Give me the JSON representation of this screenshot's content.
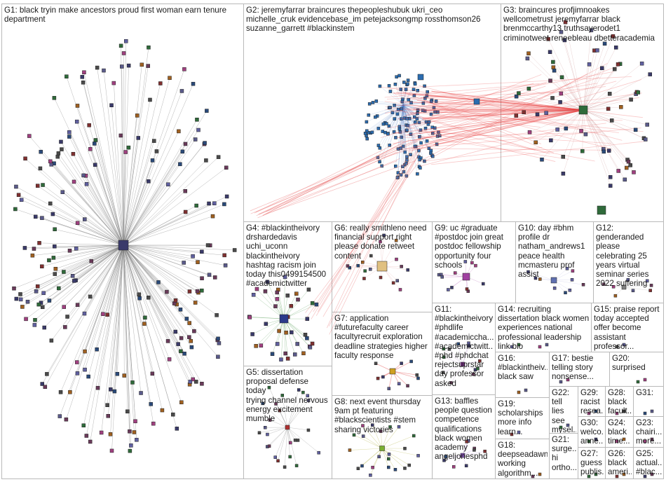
{
  "groups": [
    {
      "id": "G1",
      "text": "G1: black tryin make ancestors proud first woman earn tenure\ndepartment",
      "edge_color": "#7a7a7a",
      "hub_color": "#3a3a6a"
    },
    {
      "id": "G2",
      "text": "G2: jeremyfarrar braincures thepeopleshubuk ukri_ceo\nmichelle_cruk evidencebase_im petejacksongmp rossthomson26\nsuzanne_garrett #blackinstem",
      "edge_color": "#e83a3a",
      "hub_color": "#2b6cb0"
    },
    {
      "id": "G3",
      "text": "G3: braincures profjimnoakes\nwellcometrust jeremyfarrar black\nbrenmccarthy13 truthsayerodet1\ncriminotweet reneebleau dbetteracademia",
      "edge_color": "#e83a3a",
      "hub_color": "#2f6a3a"
    },
    {
      "id": "G4",
      "text": "G4: #blackintheivory\ndrshardedavis\nuchi_uconn\nblackintheivory\nhashtag racism join\ntoday this0499154500\n#academictwitter",
      "edge_color": "#5aa05a",
      "hub_color": "#2a3a8a"
    },
    {
      "id": "G5",
      "text": "G5: dissertation\nproposal defense today\ntrying channel nervous\nenergy excitement\nmumble",
      "edge_color": "#888888",
      "hub_color": "#b03030"
    },
    {
      "id": "G6",
      "text": "G6: really smithleno need\nfinancial support right\nplease donate retweet\ncontent",
      "edge_color": "#e8b0b0",
      "hub_color": "#e0c080"
    },
    {
      "id": "G7",
      "text": "G7: application\n#futurefaculty career\nfacultyrecruit exploration\ndeadline strategies higher\nfaculty response",
      "edge_color": "#e87070",
      "hub_color": "#d0a020"
    },
    {
      "id": "G8",
      "text": "G8: next event thursday\n9am pt featuring\n#blackscientists #stem\nsharing victories",
      "edge_color": "#c8c878",
      "hub_color": "#7ab030"
    },
    {
      "id": "G9",
      "text": "G9: uc #graduate\n#postdoc join great\npostdoc fellowship\nopportunity four\nschools",
      "edge_color": "#c888c8",
      "hub_color": "#a040a0"
    },
    {
      "id": "G10",
      "text": "G10: day #bhm\nprofile dr\nnatham_andrews1\npeace health\nmcmasteru prof\nassist",
      "edge_color": "#c8c8e8",
      "hub_color": "#6070b0"
    },
    {
      "id": "G11",
      "text": "G11:\n#blackintheivory\n#phdlife\n#academicchа...\n#academictwitt...\n#phd #phdchat\nrejectsuprstar\nday professor\nasked",
      "edge_color": "#c0a0d0",
      "hub_color": "#803090"
    },
    {
      "id": "G12",
      "text": "G12:\ngenderanded\nplease\ncelebrating 25\nyears virtual\nseminar series\n2022 suffering",
      "edge_color": "#c0c0c0",
      "hub_color": "#808080"
    },
    {
      "id": "G13",
      "text": "G13: baffles\npeople question\ncompetence\nqualifications\nblack women\nacademy\nangeljonesphd",
      "edge_color": "#c8a8e0",
      "hub_color": "#8050b0"
    },
    {
      "id": "G14",
      "text": "G14: recruiting\ndissertation black women\nexperiences national\nprofessional leadership\nlink bio",
      "edge_color": "#c0c0c0",
      "hub_color": "#606060"
    },
    {
      "id": "G15",
      "text": "G15: praise report\ntoday accepted\noffer become\nassistant\nprofessor...",
      "edge_color": "#c0c0c0",
      "hub_color": "#606060"
    },
    {
      "id": "G16",
      "text": "G16:\n#blackintheiv...\nblack saw",
      "edge_color": "#c0c0c0",
      "hub_color": "#606060"
    },
    {
      "id": "G17",
      "text": "G17: bestie\ntelling story\nnonsense...",
      "edge_color": "#c0c0c0",
      "hub_color": "#606060"
    },
    {
      "id": "G18",
      "text": "G18:\ndeepseadawn\nworking\nalgorithm...",
      "edge_color": "#c0c0c0",
      "hub_color": "#606060"
    },
    {
      "id": "G19",
      "text": "G19:\nscholarships\nmore info\nlearn...",
      "edge_color": "#c0c0c0",
      "hub_color": "#606060"
    },
    {
      "id": "G20",
      "text": "G20:\nsurprised",
      "edge_color": "#c0c0c0",
      "hub_color": "#606060"
    },
    {
      "id": "G21",
      "text": "G21:\nsurge...\nhi\northo...",
      "edge_color": "#c0c0c0",
      "hub_color": "#606060"
    },
    {
      "id": "G22",
      "text": "G22:\ntell lies\nsee\nmysel...",
      "edge_color": "#c0c0c0",
      "hub_color": "#606060"
    },
    {
      "id": "G23",
      "text": "G23:\nchairi...\nmore...",
      "edge_color": "#c0c0c0",
      "hub_color": "#606060"
    },
    {
      "id": "G24",
      "text": "G24:\nblack\ntime...",
      "edge_color": "#c0c0c0",
      "hub_color": "#606060"
    },
    {
      "id": "G25",
      "text": "G25:\nactual...\n#blac...",
      "edge_color": "#c0c0c0",
      "hub_color": "#606060"
    },
    {
      "id": "G26",
      "text": "G26:\nblack\nameri...",
      "edge_color": "#c0c0c0",
      "hub_color": "#606060"
    },
    {
      "id": "G27",
      "text": "G27:\nguess\npublis...",
      "edge_color": "#c0c0c0",
      "hub_color": "#606060"
    },
    {
      "id": "G28",
      "text": "G28:\nblack\nfacult...",
      "edge_color": "#c0c0c0",
      "hub_color": "#606060"
    },
    {
      "id": "G29",
      "text": "G29:\nracist\nresea...",
      "edge_color": "#c0c0c0",
      "hub_color": "#606060"
    },
    {
      "id": "G30",
      "text": "G30:\nwelco...\nanne...",
      "edge_color": "#c0c0c0",
      "hub_color": "#606060"
    },
    {
      "id": "G31",
      "text": "G31:",
      "edge_color": "#c0c0c0",
      "hub_color": "#606060"
    }
  ]
}
